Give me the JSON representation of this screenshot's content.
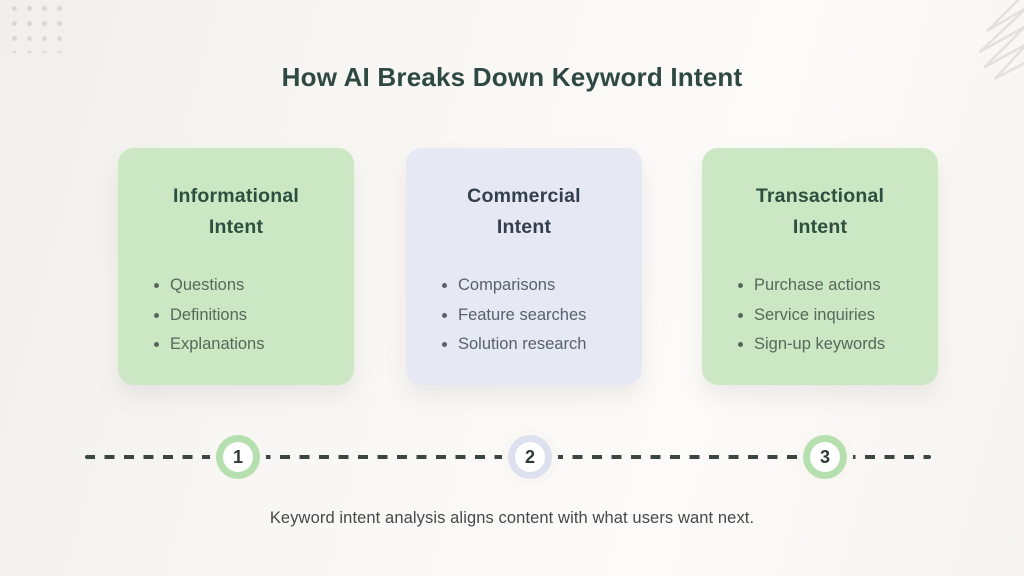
{
  "title": "How AI Breaks Down Keyword Intent",
  "cards": [
    {
      "theme": "green",
      "title_lines": [
        "Informational",
        "Intent"
      ],
      "items": [
        "Questions",
        "Definitions",
        "Explanations"
      ]
    },
    {
      "theme": "lavender",
      "title_lines": [
        "Commercial",
        "Intent"
      ],
      "items": [
        "Comparisons",
        "Feature searches",
        "Solution research"
      ]
    },
    {
      "theme": "green",
      "title_lines": [
        "Transactional",
        "Intent"
      ],
      "items": [
        "Purchase actions",
        "Service inquiries",
        "Sign-up keywords"
      ]
    }
  ],
  "timeline": {
    "steps": [
      {
        "number": "1",
        "theme": "green"
      },
      {
        "number": "2",
        "theme": "lavender"
      },
      {
        "number": "3",
        "theme": "green"
      }
    ]
  },
  "caption": "Keyword intent analysis aligns content with what users want next.",
  "colors": {
    "background": "#f8f6f3",
    "title_text": "#2e4842",
    "card_green_bg": "#cbe7c3",
    "card_lavender_bg": "#e6e9f3",
    "card_green_title": "#2d4f3f",
    "card_lavender_title": "#333e4e",
    "card_green_text": "#58685a",
    "card_lavender_text": "#59616d",
    "dash": "#3b4642",
    "ring_green": "#b6dfaf",
    "ring_lavender": "#dde1ef",
    "step_number": "#2f3a36",
    "caption_text": "#44494c",
    "decoration_gray": "#d6d4d1"
  }
}
